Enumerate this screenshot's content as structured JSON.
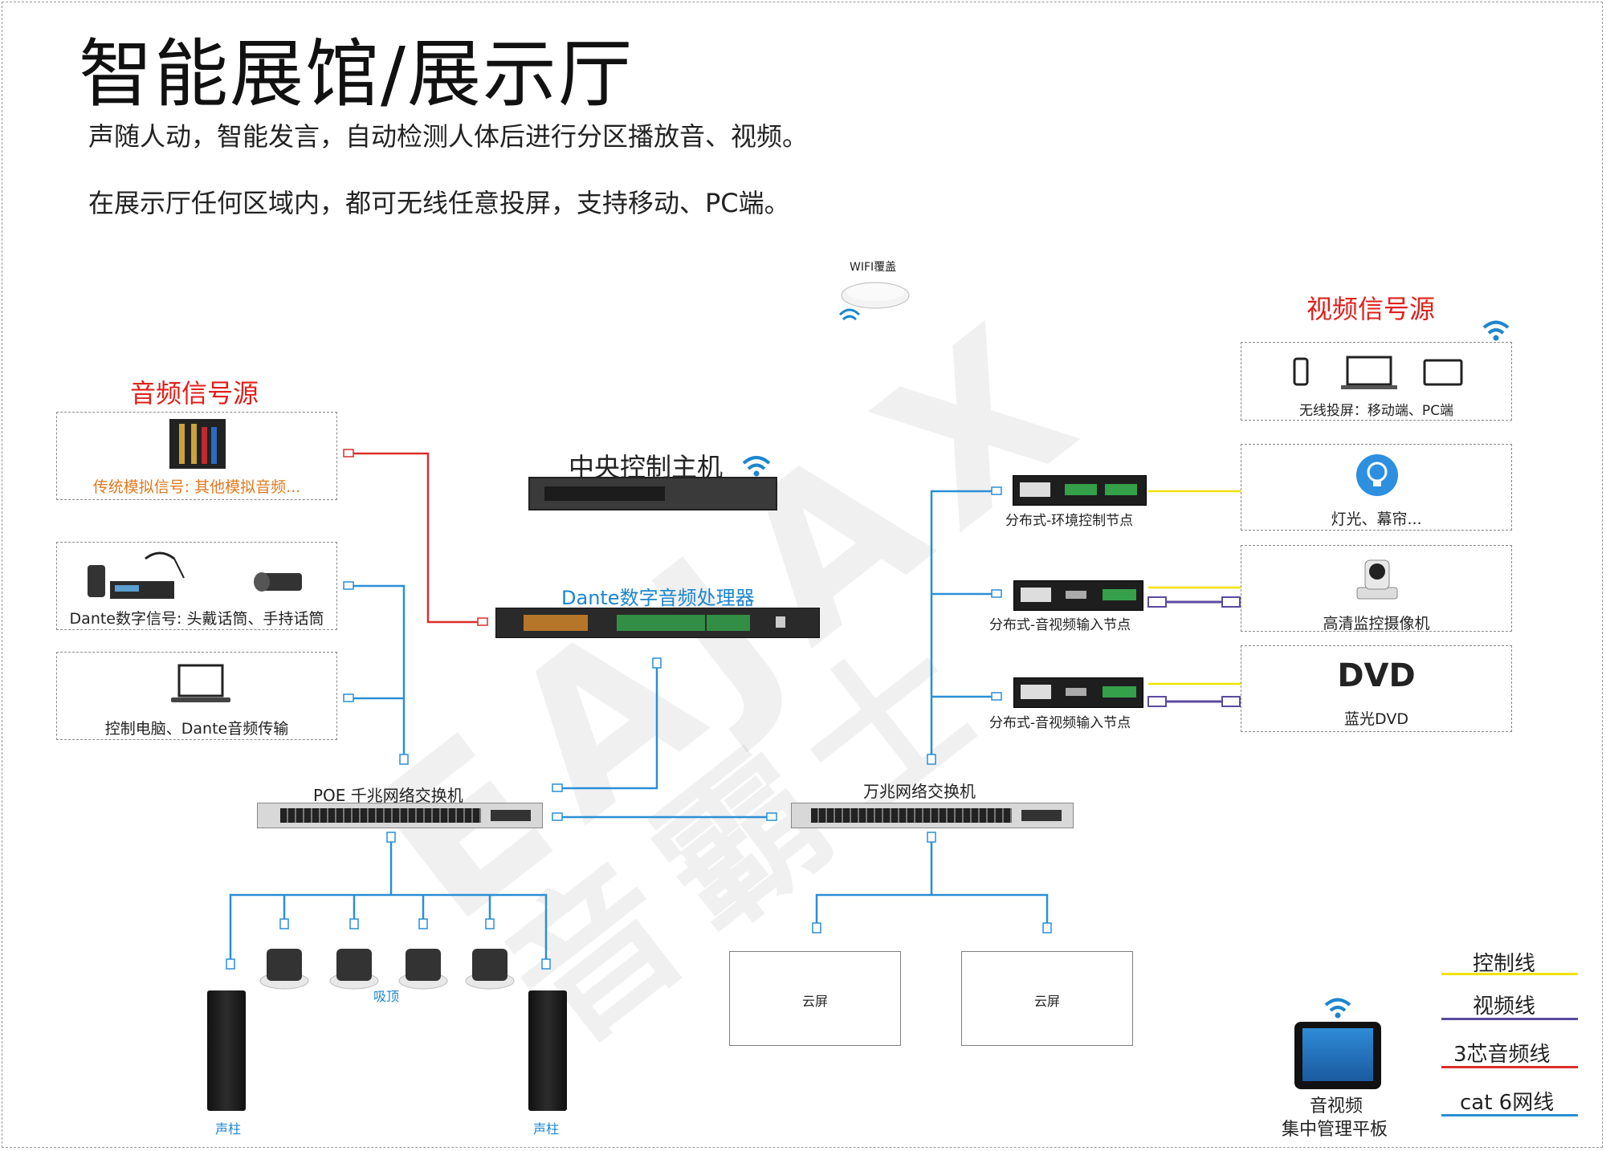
{
  "title": "智能展馆/展示厅",
  "descriptions": [
    "声随人动，智能发言，自动检测人体后进行分区播放音、视频。",
    "在展示厅任何区域内，都可无线任意投屏，支持移动、PC端。"
  ],
  "wifi_label": "WIFI覆盖",
  "audio_sources": {
    "heading": "音频信号源",
    "analog": "传统模拟信号: 其他模拟音频...",
    "dante": "Dante数字信号: 头戴话筒、手持话筒",
    "pc": "控制电脑、Dante音频传输"
  },
  "video_sources": {
    "heading": "视频信号源",
    "wireless": "无线投屏：移动端、PC端",
    "lighting": "灯光、幕帘...",
    "camera": "高清监控摄像机",
    "dvd_logo": "DVD",
    "dvd": "蓝光DVD"
  },
  "central_host": "中央控制主机",
  "dsp": "Dante数字音频处理器",
  "nodes": {
    "env": "分布式-环境控制节点",
    "av1": "分布式-音视频输入节点",
    "av2": "分布式-音视频输入节点"
  },
  "switches": {
    "poe": "POE 千兆网络交换机",
    "tenG": "万兆网络交换机"
  },
  "speakers": {
    "ceiling": "吸顶",
    "column_left": "声柱",
    "column_right": "声柱"
  },
  "screens": {
    "left": "云屏",
    "right": "云屏"
  },
  "tablet": {
    "line1": "音视频",
    "line2": "集中管理平板"
  },
  "legend": {
    "control": "控制线",
    "video": "视频线",
    "audio": "3芯音频线",
    "cat6": "cat 6网线"
  },
  "colors": {
    "red_heading": "#e0201b",
    "dsp_title": "#1c86cf",
    "cat6_line": "#2a8fd6",
    "audio_line": "#d9302a",
    "control_line": "#f2e300",
    "video_line": "#5b4aa0",
    "analog_caption": "#e07a20"
  },
  "watermark": "EAJAX 音霸士"
}
